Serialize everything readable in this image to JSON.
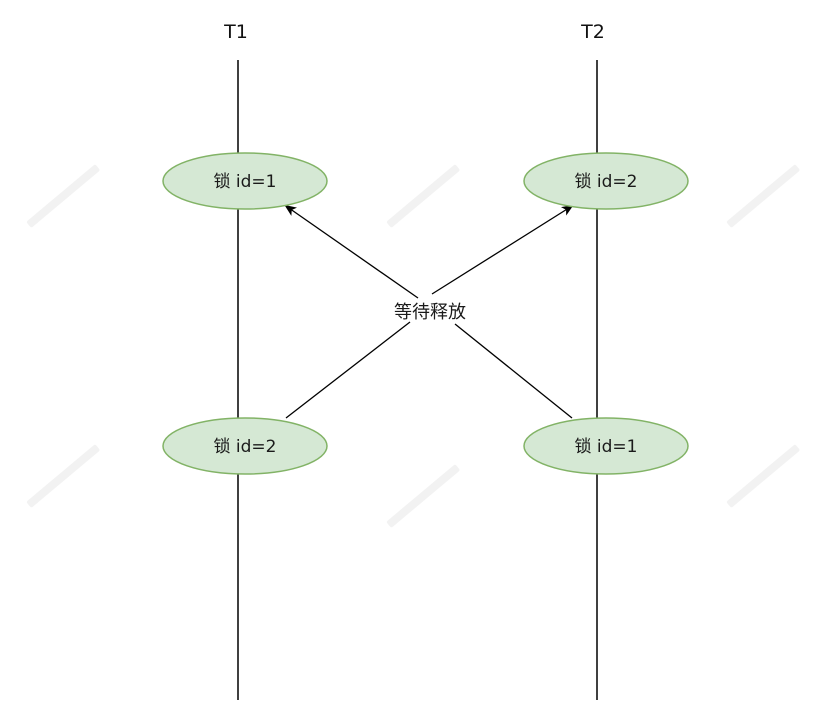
{
  "threads": [
    {
      "id": "t1",
      "title": "T1"
    },
    {
      "id": "t2",
      "title": "T2"
    }
  ],
  "locks": {
    "t1_top": "锁 id=1",
    "t2_top": "锁 id=2",
    "t1_bottom": "锁 id=2",
    "t2_bottom": "锁 id=1"
  },
  "center_label": "等待释放",
  "colors": {
    "lock_fill": "#d5e8d4",
    "lock_stroke": "#82b366",
    "line": "#000000",
    "text": "#1a1a1a"
  }
}
